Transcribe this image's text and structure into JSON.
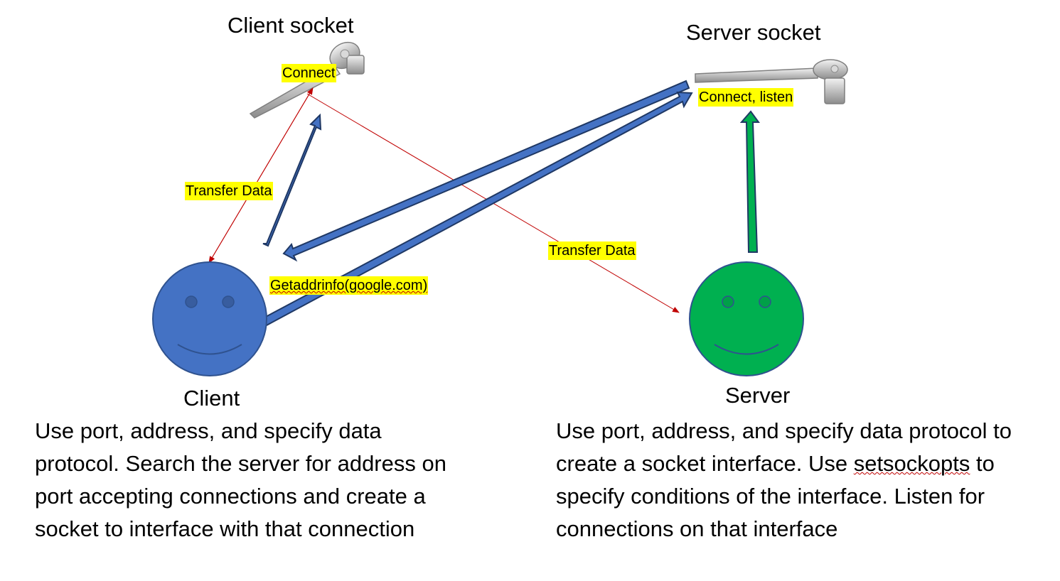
{
  "labels": {
    "client_socket_title": "Client socket",
    "server_socket_title": "Server socket",
    "client_connect": "Connect",
    "server_connect_listen": "Connect, listen",
    "transfer_data_left": "Transfer Data",
    "transfer_data_center": "Transfer Data",
    "getaddrinfo": "Getaddrinfo(google.com)",
    "client_name": "Client",
    "server_name": "Server"
  },
  "descriptions": {
    "client": [
      "Use port, address, and specify data",
      "protocol. Search the server for address on",
      "port accepting connections and create a",
      "socket to interface with that connection"
    ],
    "server": {
      "line1": "Use port, address, and specify data protocol to",
      "line2_pre": "create a socket interface. Use ",
      "line2_word": "setsockopts",
      "line2_post": " to",
      "line3": "specify conditions of the interface. Listen for",
      "line4": "connections on that interface"
    }
  },
  "colors": {
    "client_face": "#4472c4",
    "server_face": "#00b050",
    "blue_arrow": "#4472c4",
    "green_arrow": "#00b050",
    "red_arrow": "#c00000",
    "highlight": "#ffff00"
  },
  "icons": {
    "client_socket": "ratchet-wrench-icon",
    "server_socket": "ratchet-wrench-icon"
  }
}
